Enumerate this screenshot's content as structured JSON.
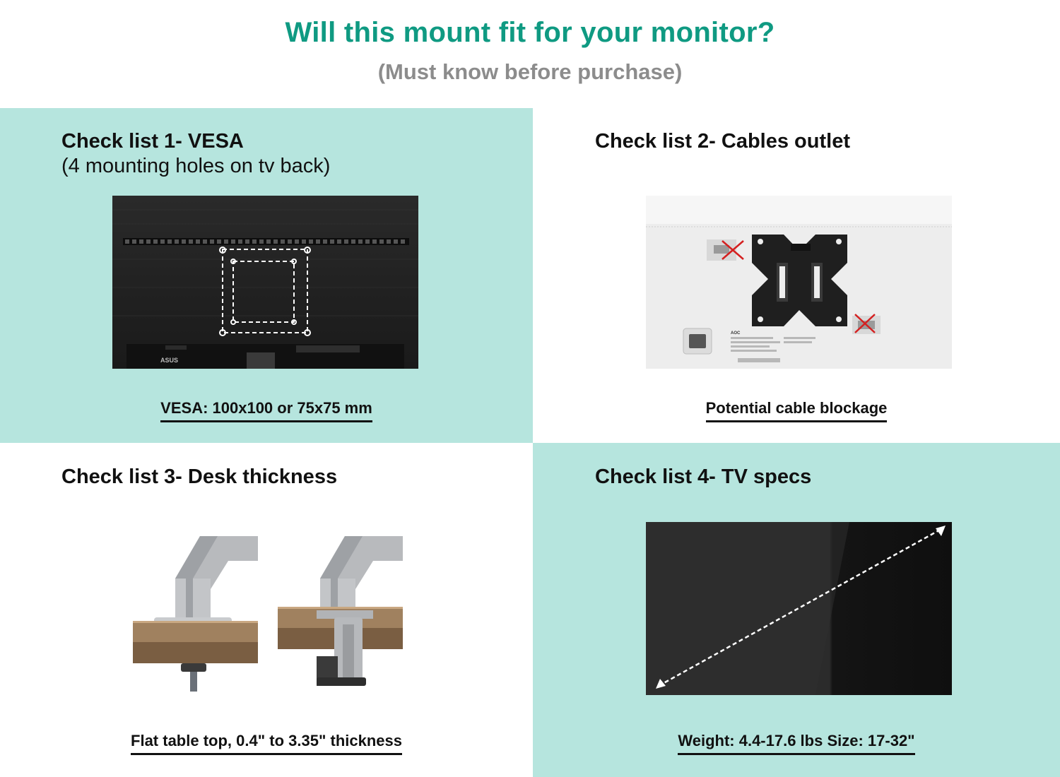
{
  "header": {
    "title": "Will this mount fit for your monitor?",
    "subtitle": "(Must know before purchase)"
  },
  "colors": {
    "title": "#0f9a82",
    "subtitle": "#8c8c8c",
    "panel_mint": "#b6e5de",
    "panel_white": "#ffffff"
  },
  "checklist": [
    {
      "heading": "Check list 1- VESA",
      "subheading": "(4 mounting holes on tv back)",
      "caption": "VESA: 100x100 or 75x75 mm",
      "image_text": [
        "ASUS"
      ]
    },
    {
      "heading": "Check list 2- Cables outlet",
      "caption": "Potential cable blockage",
      "image_text": [
        "AOC"
      ]
    },
    {
      "heading": "Check list 3- Desk thickness",
      "caption": "Flat table top, 0.4\" to 3.35\" thickness"
    },
    {
      "heading": "Check list 4- TV specs",
      "caption": "Weight: 4.4-17.6 lbs  Size: 17-32\""
    }
  ]
}
